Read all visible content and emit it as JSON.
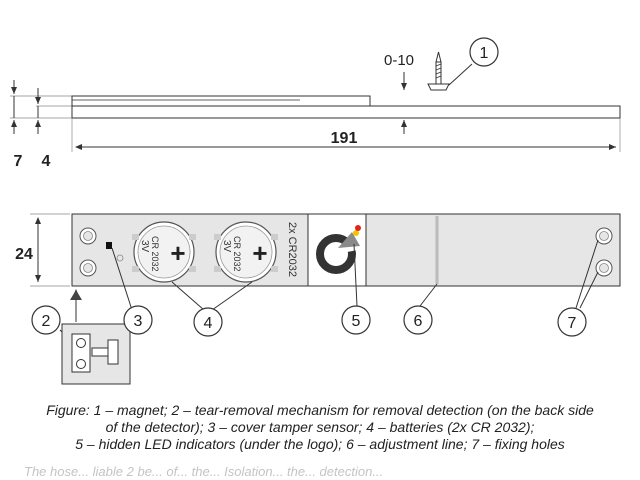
{
  "dimensions": {
    "adjustment_range": "0-10",
    "length": "191",
    "height_total": "7",
    "height_part": "4",
    "width": "24"
  },
  "battery_labels": {
    "model": "CR 2032",
    "voltage": "3V",
    "plus": "+",
    "side_text": "2x CR2032"
  },
  "callouts": [
    "1",
    "2",
    "3",
    "4",
    "5",
    "6",
    "7"
  ],
  "caption": {
    "line1": "Figure: 1 – magnet; 2 – tear-removal mechanism for removal detection (on the back side",
    "line2": "of the detector); 3 – cover tamper sensor; 4 – batteries (2x CR 2032);",
    "line3": "5 – hidden LED indicators (under the logo); 6 – adjustment line; 7 – fixing holes"
  },
  "bottom_text": "The hose... liable 2 be... of... the... Isolation... the... detection...",
  "colors": {
    "line": "#333333",
    "device_fill": "#e6e6e6",
    "logo_dark": "#333333",
    "logo_accent": "#8a8a8a",
    "led_red": "#e2231a",
    "led_yellow": "#f2c500"
  }
}
